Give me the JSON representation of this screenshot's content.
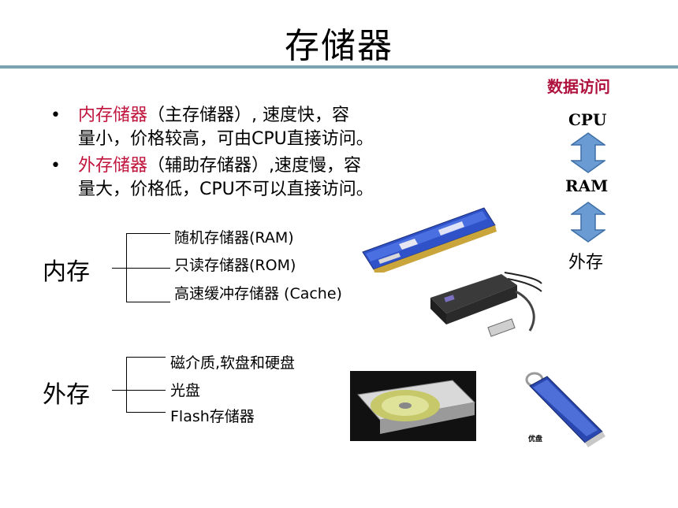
{
  "title": "存储器",
  "access": {
    "heading": "数据访问",
    "cpu": "CPU",
    "ram": "RAM",
    "external": "外存"
  },
  "bullets": [
    {
      "marker": "•",
      "highlight": "内存储器",
      "line1_rest": "（主存储器）, 速度快，容",
      "line2": "量小，价格较高，可由CPU直接访问。"
    },
    {
      "marker": "•",
      "highlight": "外存储器",
      "line1_rest": "（辅助存储器）,速度慢，容",
      "line2": "量大，价格低，CPU不可以直接访问。"
    }
  ],
  "internal": {
    "label": "内存",
    "items": [
      "随机存储器(RAM)",
      "只读存储器(ROM)",
      "高速缓冲存储器 (Cache)"
    ]
  },
  "external": {
    "label": "外存",
    "items": [
      "磁介质,软盘和硬盘",
      "光盘",
      "Flash存储器"
    ]
  },
  "images": {
    "usb_caption": "优盘"
  },
  "colors": {
    "highlight": "#c0143c",
    "heading": "#b0123e",
    "rule": "#7ba3b3",
    "arrow_fill": "#6b9bd3",
    "arrow_stroke": "#3f6fa7"
  }
}
